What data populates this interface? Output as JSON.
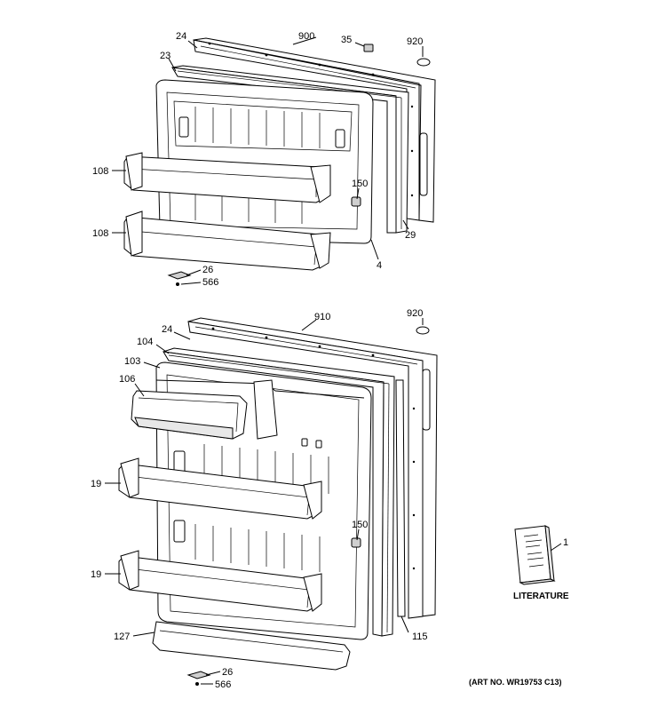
{
  "diagram": {
    "top_door_labels": [
      "24",
      "900",
      "35",
      "920",
      "23",
      "108",
      "150",
      "108",
      "29",
      "4",
      "26",
      "566"
    ],
    "bottom_door_labels": [
      "910",
      "920",
      "24",
      "104",
      "103",
      "106",
      "19",
      "150",
      "19",
      "127",
      "115",
      "26",
      "566"
    ],
    "literature": {
      "part_number": "1",
      "caption": "LITERATURE"
    },
    "art_number": "(ART NO. WR19753 C13)"
  }
}
